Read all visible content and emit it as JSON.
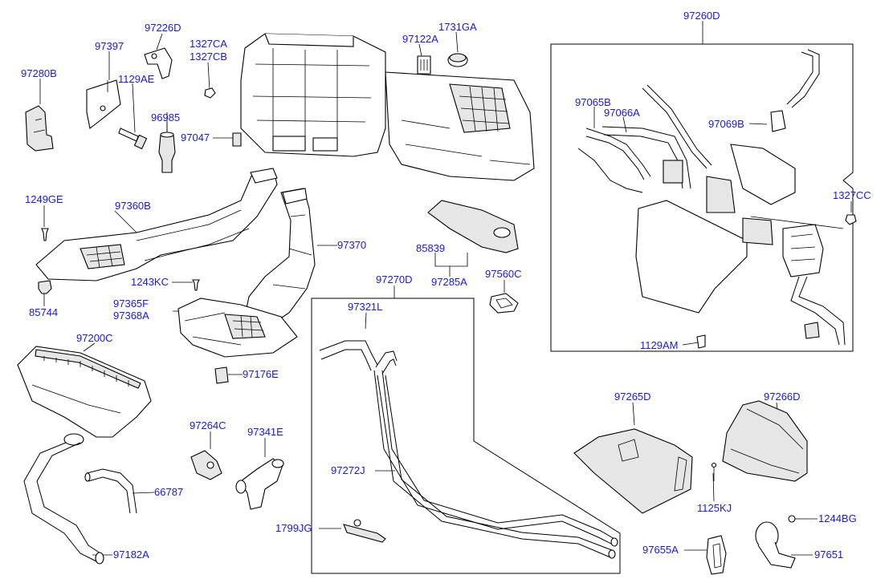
{
  "callouts": {
    "p97280B": "97280B",
    "p97397": "97397",
    "p97226D": "97226D",
    "p1327CA": "1327CA",
    "p1327CB": "1327CB",
    "p1129AE": "1129AE",
    "p96985": "96985",
    "p97047": "97047",
    "p97122A": "97122A",
    "p1731GA": "1731GA",
    "p97260D": "97260D",
    "p97065B": "97065B",
    "p97066A": "97066A",
    "p97069B": "97069B",
    "p1327CC": "1327CC",
    "p1129AM": "1129AM",
    "p1249GE": "1249GE",
    "p97360B": "97360B",
    "p97370": "97370",
    "p85744": "85744",
    "p1243KC": "1243KC",
    "p97365F": "97365F",
    "p97368A": "97368A",
    "p85839": "85839",
    "p97285A": "97285A",
    "p97560C": "97560C",
    "p97270D": "97270D",
    "p97321L": "97321L",
    "p97200C": "97200C",
    "p97176E": "97176E",
    "p97264C": "97264C",
    "p97341E": "97341E",
    "p66787": "66787",
    "p97272J": "97272J",
    "p1799JG": "1799JG",
    "p97182A": "97182A",
    "p97265D": "97265D",
    "p97266D": "97266D",
    "p1125KJ": "1125KJ",
    "p1244BG": "1244BG",
    "p97655A": "97655A",
    "p97651": "97651"
  }
}
